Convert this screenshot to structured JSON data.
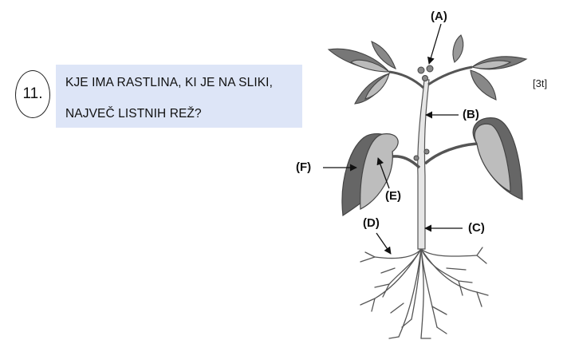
{
  "question": {
    "number": "11.",
    "line1": "KJE IMA RASTLINA, KI JE NA SLIKI,",
    "line2": "NAJVEČ LISTNIH REŽ?",
    "points": "[3t]"
  },
  "figure": {
    "labels": {
      "A": "(A)",
      "B": "(B)",
      "C": "(C)",
      "D": "(D)",
      "E": "(E)",
      "F": "(F)"
    }
  }
}
